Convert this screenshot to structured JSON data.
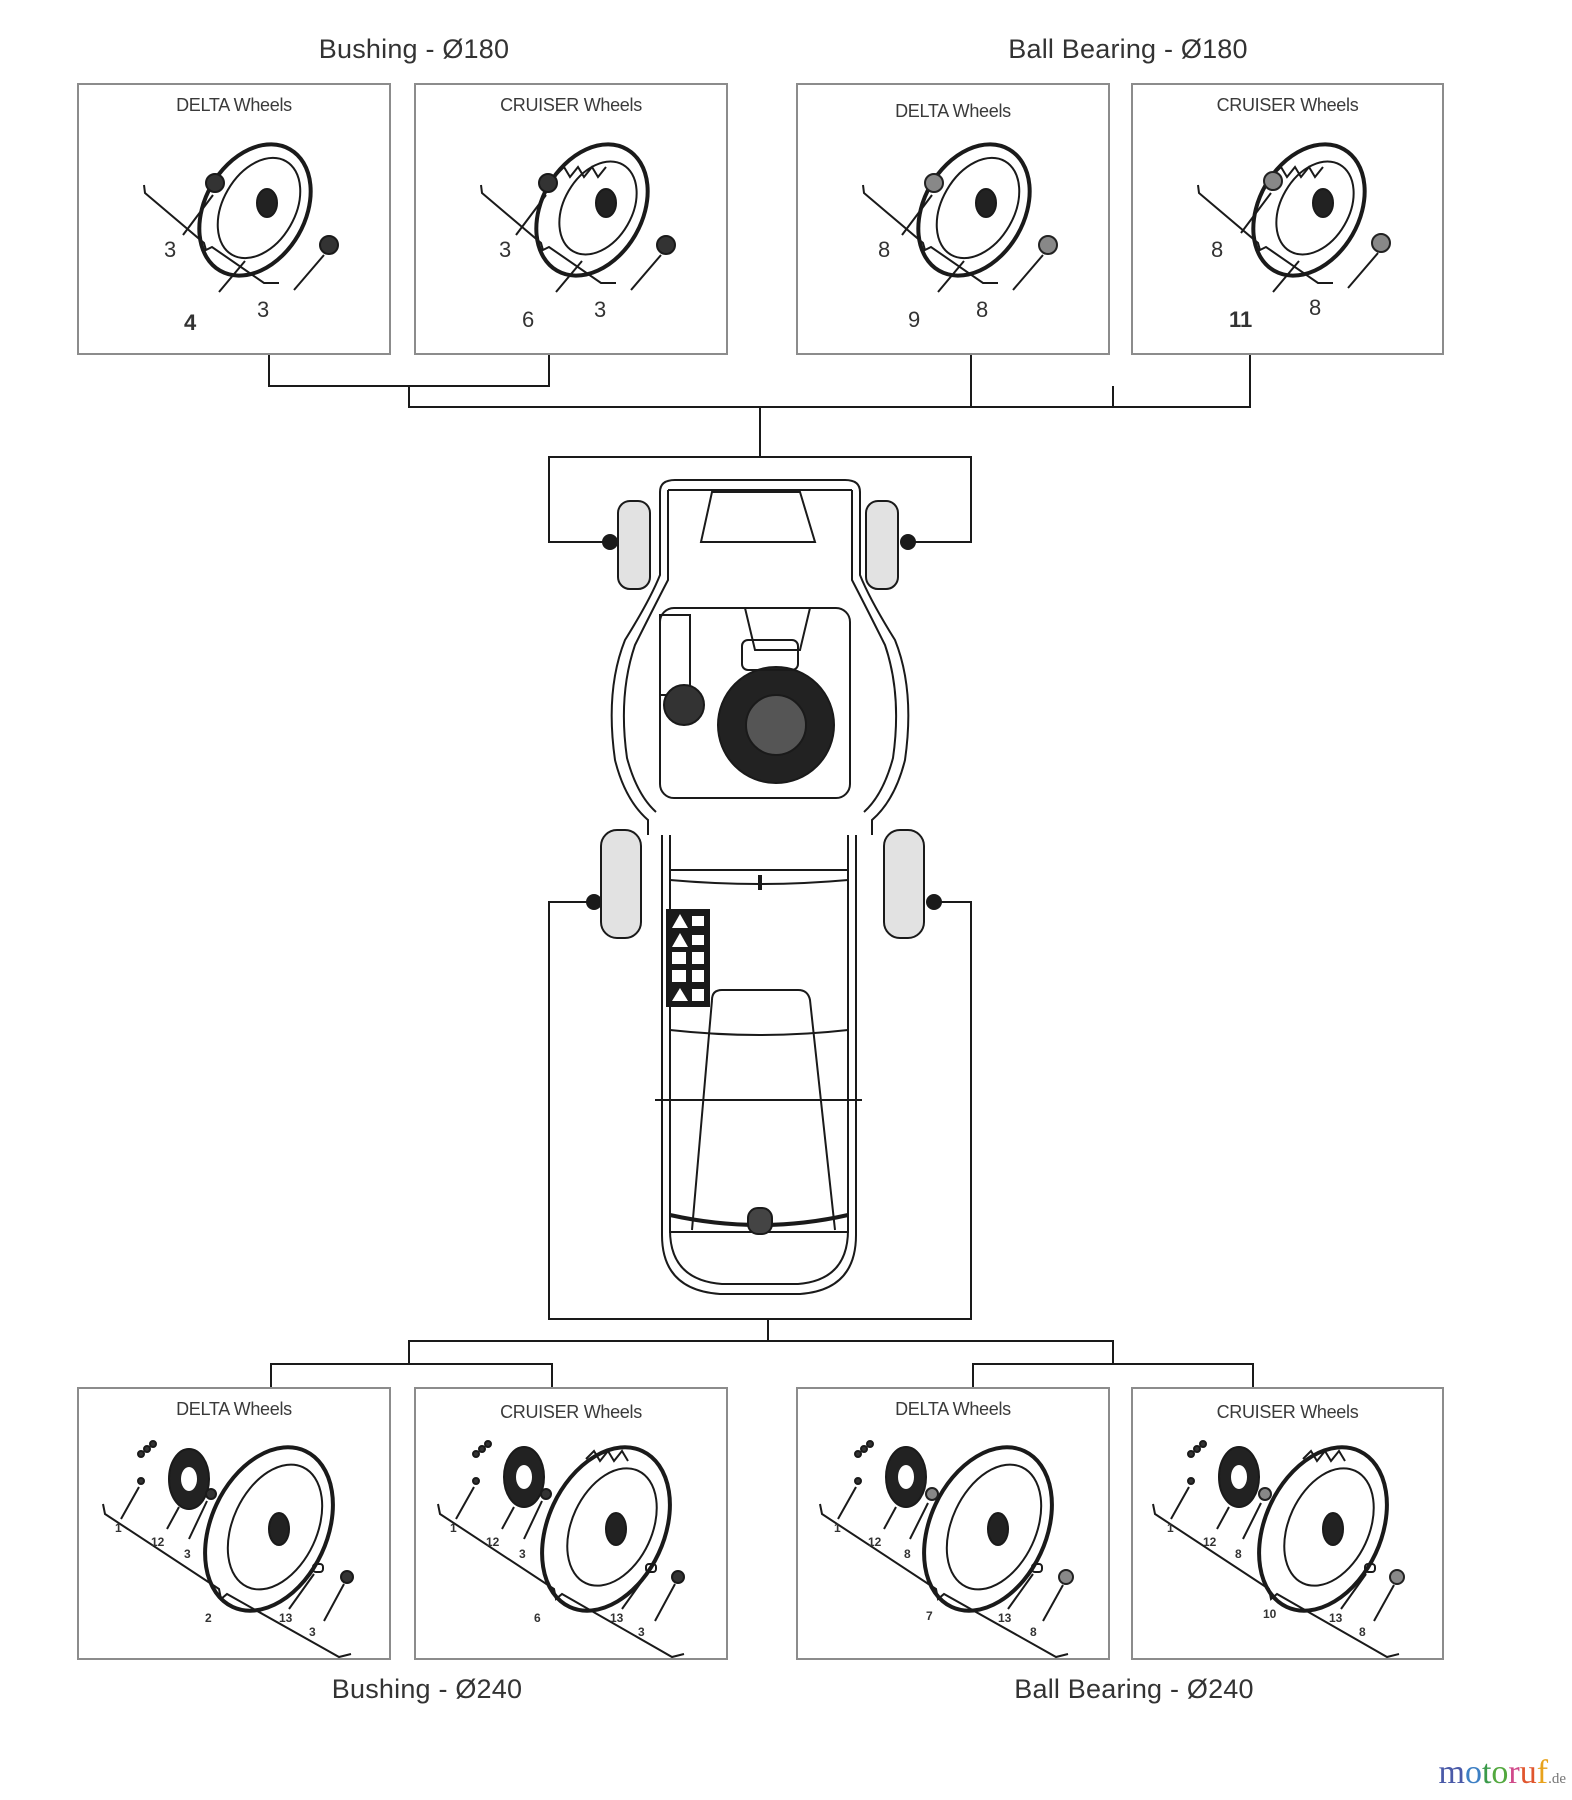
{
  "groups": {
    "top_left": {
      "title": "Bushing - Ø180"
    },
    "top_right": {
      "title": "Ball Bearing - Ø180"
    },
    "bottom_left": {
      "title": "Bushing - Ø240"
    },
    "bottom_right": {
      "title": "Ball Bearing - Ø240"
    }
  },
  "panels": [
    {
      "id": "p1",
      "group": "Bushing - Ø180",
      "title": "DELTA Wheels",
      "callouts": [
        "3",
        "3",
        "4"
      ]
    },
    {
      "id": "p2",
      "group": "Bushing - Ø180",
      "title": "CRUISER Wheels",
      "callouts": [
        "3",
        "3",
        "6"
      ]
    },
    {
      "id": "p3",
      "group": "Ball Bearing - Ø180",
      "title": "DELTA Wheels",
      "callouts": [
        "8",
        "8",
        "9"
      ]
    },
    {
      "id": "p4",
      "group": "Ball Bearing - Ø180",
      "title": "CRUISER Wheels",
      "callouts": [
        "8",
        "8",
        "11"
      ]
    },
    {
      "id": "p5",
      "group": "Bushing - Ø240",
      "title": "DELTA Wheels",
      "callouts": [
        "1",
        "12",
        "3",
        "2",
        "13",
        "3"
      ]
    },
    {
      "id": "p6",
      "group": "Bushing - Ø240",
      "title": "CRUISER Wheels",
      "callouts": [
        "1",
        "12",
        "3",
        "6",
        "13",
        "3"
      ]
    },
    {
      "id": "p7",
      "group": "Ball Bearing - Ø240",
      "title": "DELTA Wheels",
      "callouts": [
        "1",
        "12",
        "8",
        "7",
        "13",
        "8"
      ]
    },
    {
      "id": "p8",
      "group": "Ball Bearing - Ø240",
      "title": "CRUISER Wheels",
      "callouts": [
        "1",
        "12",
        "8",
        "10",
        "13",
        "8"
      ]
    }
  ],
  "center": {
    "subject": "lawn mower top view",
    "wheel_positions": [
      "front-left",
      "front-right",
      "rear-left",
      "rear-right"
    ]
  },
  "watermark": {
    "letters": [
      {
        "ch": "m",
        "color": "#4a5aa8"
      },
      {
        "ch": "o",
        "color": "#3d7fc4"
      },
      {
        "ch": "t",
        "color": "#3a9a4a"
      },
      {
        "ch": "o",
        "color": "#52a83e"
      },
      {
        "ch": "r",
        "color": "#d04a8a"
      },
      {
        "ch": "u",
        "color": "#e0562e"
      },
      {
        "ch": "f",
        "color": "#e8a21c"
      }
    ],
    "tld": ".de"
  },
  "colors": {
    "line": "#1a1a1a",
    "panel_border": "#8c8c8c",
    "wheel_fill": "#e2e2e2"
  }
}
